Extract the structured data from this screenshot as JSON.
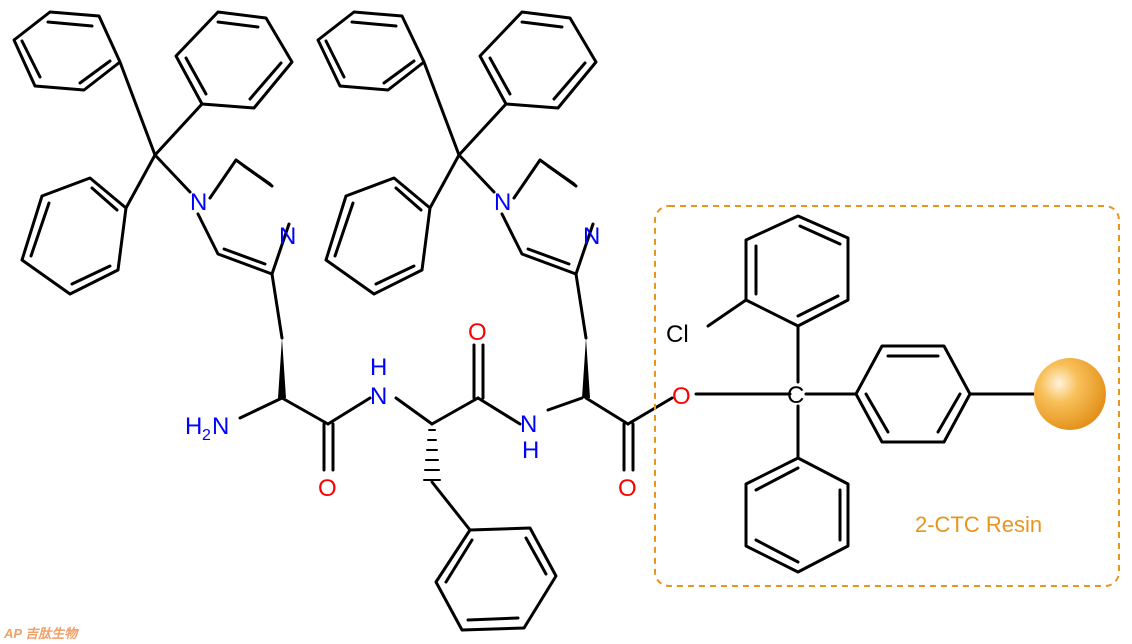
{
  "colors": {
    "bond": "#000000",
    "nitrogen": "#0000ff",
    "oxygen": "#ff0000",
    "resin": "#e8951e",
    "watermark": "#f0a068"
  },
  "atoms": {
    "n": "N",
    "n_ring": "N",
    "h": "H",
    "h_sub": "2",
    "o": "O",
    "cl": "Cl",
    "c": "C"
  },
  "resin": {
    "label": "2-CTC Resin"
  },
  "watermark": {
    "text": "AP 吉肽生物"
  }
}
